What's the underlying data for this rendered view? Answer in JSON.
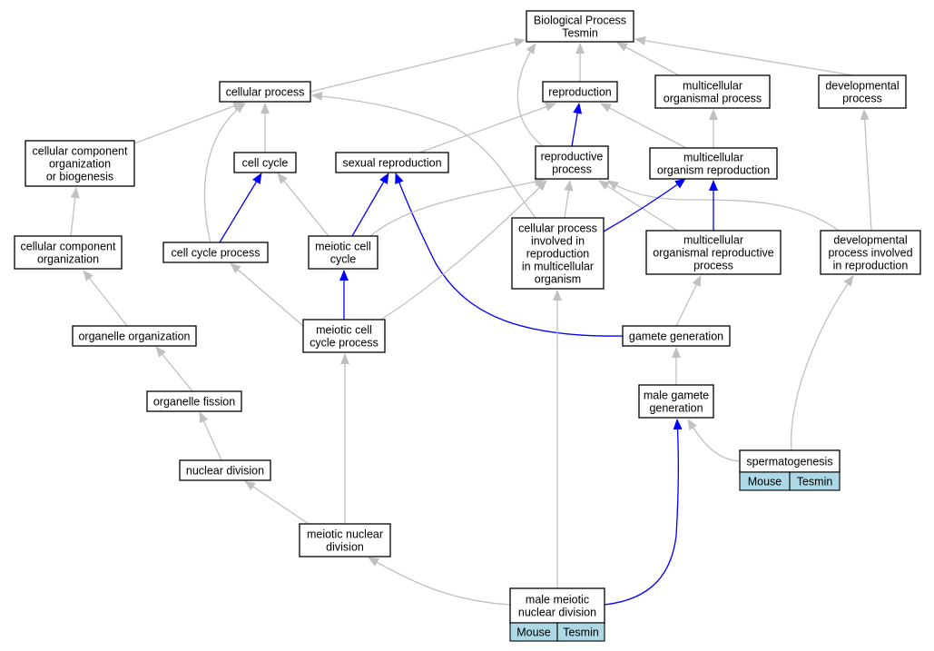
{
  "colors": {
    "gray_edge": "#c0c0c0",
    "blue_edge": "#0000ff",
    "node_fill": "#ffffff",
    "node_border": "#000000",
    "tag_fill": "#add8e6"
  },
  "nodes": {
    "bp_tesmin": {
      "lines": [
        "Biological Process",
        "Tesmin"
      ]
    },
    "cellular_process": {
      "lines": [
        "cellular process"
      ]
    },
    "reproduction": {
      "lines": [
        "reproduction"
      ]
    },
    "multicellular_organismal_process": {
      "lines": [
        "multicellular",
        "organismal process"
      ]
    },
    "developmental_process": {
      "lines": [
        "developmental",
        "process"
      ]
    },
    "ccobg": {
      "lines": [
        "cellular component",
        "organization",
        "or biogenesis"
      ]
    },
    "cell_cycle": {
      "lines": [
        "cell cycle"
      ]
    },
    "sexual_reproduction": {
      "lines": [
        "sexual reproduction"
      ]
    },
    "reproductive_process": {
      "lines": [
        "reproductive",
        "process"
      ]
    },
    "multicellular_organism_reproduction": {
      "lines": [
        "multicellular",
        "organism reproduction"
      ]
    },
    "cellular_component_organization": {
      "lines": [
        "cellular component",
        "organization"
      ]
    },
    "cell_cycle_process": {
      "lines": [
        "cell cycle process"
      ]
    },
    "meiotic_cell_cycle": {
      "lines": [
        "meiotic cell",
        "cycle"
      ]
    },
    "cp_involved_repro": {
      "lines": [
        "cellular process",
        "involved in",
        "reproduction",
        "in multicellular",
        "organism"
      ]
    },
    "morp": {
      "lines": [
        "multicellular",
        "organismal reproductive",
        "process"
      ]
    },
    "dp_involved_repro": {
      "lines": [
        "developmental",
        "process involved",
        "in reproduction"
      ]
    },
    "organelle_organization": {
      "lines": [
        "organelle organization"
      ]
    },
    "meiotic_cell_cycle_process": {
      "lines": [
        "meiotic cell",
        "cycle process"
      ]
    },
    "gamete_generation": {
      "lines": [
        "gamete generation"
      ]
    },
    "organelle_fission": {
      "lines": [
        "organelle fission"
      ]
    },
    "male_gamete_generation": {
      "lines": [
        "male gamete",
        "generation"
      ]
    },
    "nuclear_division": {
      "lines": [
        "nuclear division"
      ]
    },
    "spermatogenesis": {
      "lines": [
        "spermatogenesis"
      ],
      "tags": [
        "Mouse",
        "Tesmin"
      ]
    },
    "meiotic_nuclear_division": {
      "lines": [
        "meiotic nuclear",
        "division"
      ]
    },
    "male_meiotic_nuclear_division": {
      "lines": [
        "male meiotic",
        "nuclear division"
      ],
      "tags": [
        "Mouse",
        "Tesmin"
      ]
    }
  },
  "edges": [
    {
      "from": "cellular_process",
      "to": "bp_tesmin",
      "color": "gray"
    },
    {
      "from": "reproduction",
      "to": "bp_tesmin",
      "color": "gray"
    },
    {
      "from": "multicellular_organismal_process",
      "to": "bp_tesmin",
      "color": "gray"
    },
    {
      "from": "developmental_process",
      "to": "bp_tesmin",
      "color": "gray"
    },
    {
      "from": "reproductive_process",
      "to": "bp_tesmin",
      "color": "gray"
    },
    {
      "from": "ccobg",
      "to": "cellular_process",
      "color": "gray"
    },
    {
      "from": "cell_cycle",
      "to": "cellular_process",
      "color": "gray"
    },
    {
      "from": "cell_cycle_process",
      "to": "cellular_process",
      "color": "gray"
    },
    {
      "from": "cp_involved_repro",
      "to": "cellular_process",
      "color": "gray"
    },
    {
      "from": "sexual_reproduction",
      "to": "reproduction",
      "color": "gray"
    },
    {
      "from": "reproductive_process",
      "to": "reproduction",
      "color": "blue"
    },
    {
      "from": "multicellular_organism_reproduction",
      "to": "reproduction",
      "color": "gray"
    },
    {
      "from": "multicellular_organism_reproduction",
      "to": "multicellular_organismal_process",
      "color": "gray"
    },
    {
      "from": "dp_involved_repro",
      "to": "developmental_process",
      "color": "gray"
    },
    {
      "from": "cellular_component_organization",
      "to": "ccobg",
      "color": "gray"
    },
    {
      "from": "cell_cycle_process",
      "to": "cell_cycle",
      "color": "blue"
    },
    {
      "from": "meiotic_cell_cycle",
      "to": "cell_cycle",
      "color": "gray"
    },
    {
      "from": "meiotic_cell_cycle",
      "to": "sexual_reproduction",
      "color": "blue"
    },
    {
      "from": "gamete_generation",
      "to": "sexual_reproduction",
      "color": "blue"
    },
    {
      "from": "meiotic_cell_cycle",
      "to": "reproductive_process",
      "color": "gray"
    },
    {
      "from": "cp_involved_repro",
      "to": "reproductive_process",
      "color": "gray"
    },
    {
      "from": "morp",
      "to": "reproductive_process",
      "color": "gray"
    },
    {
      "from": "dp_involved_repro",
      "to": "reproductive_process",
      "color": "gray"
    },
    {
      "from": "meiotic_cell_cycle_process",
      "to": "reproductive_process",
      "color": "gray"
    },
    {
      "from": "cp_involved_repro",
      "to": "multicellular_organism_reproduction",
      "color": "blue"
    },
    {
      "from": "morp",
      "to": "multicellular_organism_reproduction",
      "color": "blue"
    },
    {
      "from": "organelle_organization",
      "to": "cellular_component_organization",
      "color": "gray"
    },
    {
      "from": "meiotic_cell_cycle_process",
      "to": "cell_cycle_process",
      "color": "gray"
    },
    {
      "from": "meiotic_cell_cycle_process",
      "to": "meiotic_cell_cycle",
      "color": "blue"
    },
    {
      "from": "male_meiotic_nuclear_division",
      "to": "cp_involved_repro",
      "color": "gray"
    },
    {
      "from": "gamete_generation",
      "to": "morp",
      "color": "gray"
    },
    {
      "from": "spermatogenesis",
      "to": "dp_involved_repro",
      "color": "gray"
    },
    {
      "from": "organelle_fission",
      "to": "organelle_organization",
      "color": "gray"
    },
    {
      "from": "meiotic_nuclear_division",
      "to": "meiotic_cell_cycle_process",
      "color": "gray"
    },
    {
      "from": "male_gamete_generation",
      "to": "gamete_generation",
      "color": "gray"
    },
    {
      "from": "nuclear_division",
      "to": "organelle_fission",
      "color": "gray"
    },
    {
      "from": "spermatogenesis",
      "to": "male_gamete_generation",
      "color": "gray"
    },
    {
      "from": "male_meiotic_nuclear_division",
      "to": "male_gamete_generation",
      "color": "blue"
    },
    {
      "from": "meiotic_nuclear_division",
      "to": "nuclear_division",
      "color": "gray"
    },
    {
      "from": "male_meiotic_nuclear_division",
      "to": "meiotic_nuclear_division",
      "color": "gray"
    }
  ]
}
